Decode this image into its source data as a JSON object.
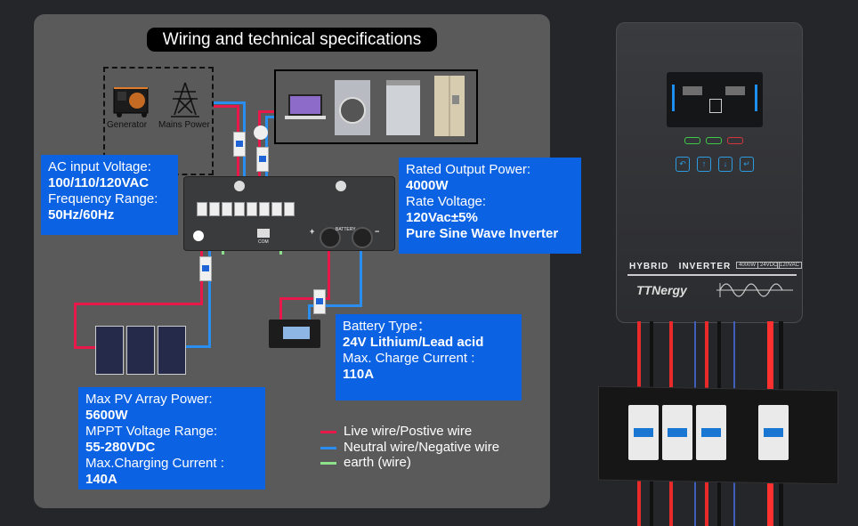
{
  "title": "Wiring and technical specifications",
  "ac_input": {
    "label1": "AC input Voltage:",
    "value1": "100/110/120VAC",
    "label2": "Frequency Range:",
    "value2": "50Hz/60Hz"
  },
  "output": {
    "label1": "Rated Output Power:",
    "value1": "4000W",
    "label2": "Rate Voltage:",
    "value2": "120Vac±5%",
    "value3": "Pure Sine Wave Inverter"
  },
  "battery": {
    "label1": "Battery Type：",
    "value1": "24V Lithium/Lead acid",
    "label2": "Max. Charge Current :",
    "value2": "110A"
  },
  "pv": {
    "label1": "Max PV Array Power:",
    "value1": "5600W",
    "label2": "MPPT Voltage Range:",
    "value2": "55-280VDC",
    "label3": "Max.Charging Current :",
    "value3": "140A"
  },
  "sources": {
    "generator": "Generator",
    "mains": "Mains Power"
  },
  "loads": [
    "laptop",
    "front-load washing machine",
    "top-load washing machine",
    "refrigerator"
  ],
  "legend": [
    {
      "label": "Live wire/Postive wire",
      "color": "#e8194a"
    },
    {
      "label": "Neutral wire/Negative wire",
      "color": "#2a8ef0"
    },
    {
      "label": "earth (wire)",
      "color": "#8fe08a"
    }
  ],
  "inverter_unit": {
    "com_label": "COM",
    "battery_label": "BATTERY",
    "plus": "+",
    "minus": "−"
  },
  "device": {
    "product_line": "HYBRID   INVERTER",
    "tags": [
      "4000W",
      "24VDC",
      "120VAC"
    ],
    "brand": "TTNergy",
    "buttons": [
      "ESC",
      "UP",
      "DOWN",
      "ENTER"
    ],
    "button_glyphs": [
      "↶",
      "↑",
      "↓",
      "↵"
    ],
    "leds": [
      {
        "color": "#3fc94a"
      },
      {
        "color": "#3fc94a"
      },
      {
        "color": "#d9343c"
      }
    ]
  }
}
